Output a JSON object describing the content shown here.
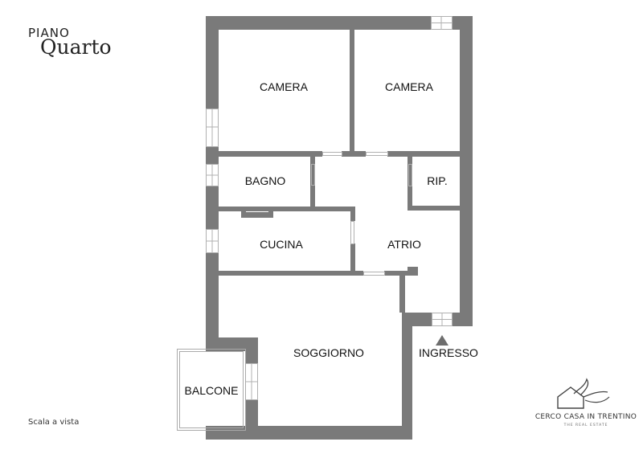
{
  "header": {
    "line1": "PIANO",
    "line2": "Quarto"
  },
  "footer": {
    "scale": "Scala a vista"
  },
  "logo": {
    "name": "CERCO CASA IN TRENTINO",
    "sub": "THE REAL ESTATE",
    "icon": "house-logo-icon"
  },
  "rooms": {
    "camera1": "CAMERA",
    "camera2": "CAMERA",
    "bagno": "BAGNO",
    "rip": "RIP.",
    "cucina": "CUCINA",
    "atrio": "ATRIO",
    "soggiorno": "SOGGIORNO",
    "balcone": "BALCONE",
    "ingresso": "INGRESSO"
  },
  "colors": {
    "wall": "#7a7a7a",
    "background": "#ffffff",
    "text": "#111111"
  }
}
